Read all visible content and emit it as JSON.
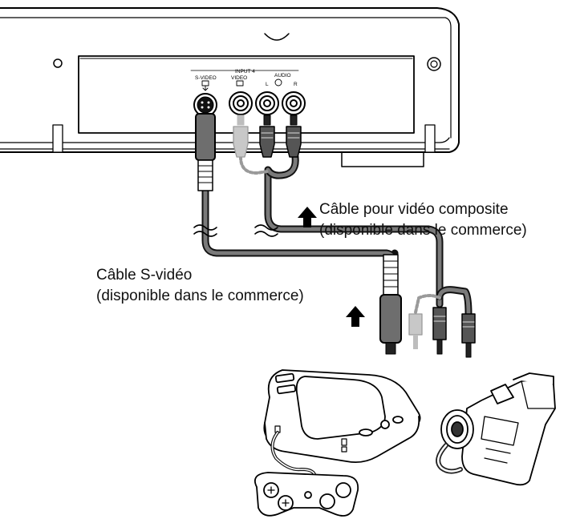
{
  "panel": {
    "group_label": "INPUT 4",
    "svideo_label": "S-VIDEO",
    "video_label": "VIDEO",
    "audio_label": "AUDIO",
    "audio_left": "L",
    "audio_right": "R"
  },
  "callouts": {
    "composite_line1": "Câble pour vidéo composite",
    "composite_line2": "(disponible dans le commerce)",
    "svideo_line1": "Câble S-vidéo",
    "svideo_line2": "(disponible dans le commerce)"
  },
  "devices": [
    {
      "name": "game-console"
    },
    {
      "name": "camcorder"
    }
  ]
}
